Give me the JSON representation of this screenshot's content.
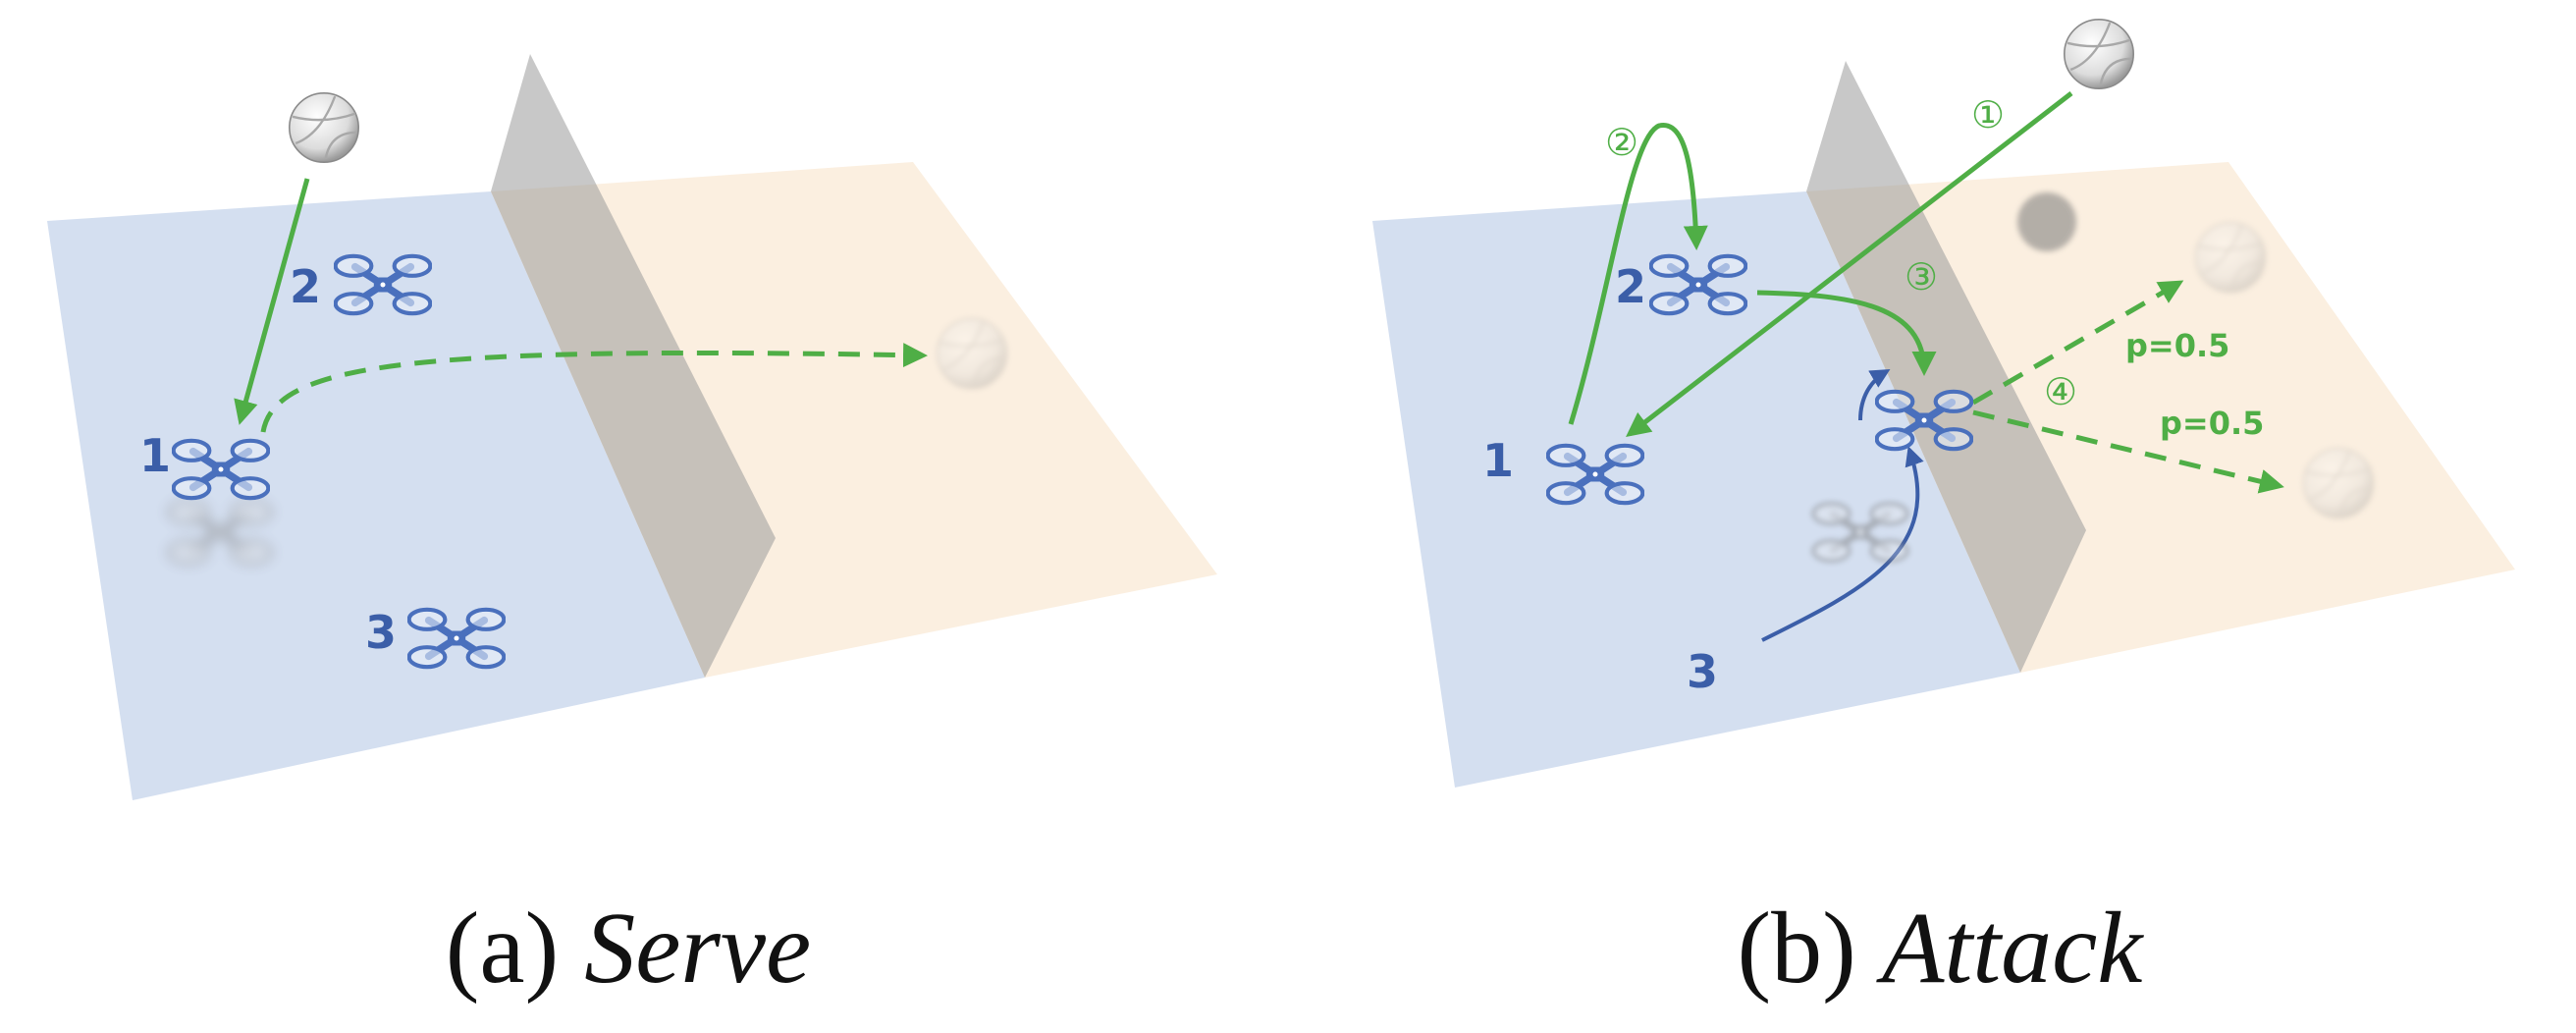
{
  "colors": {
    "own_court": "#d4dff0",
    "opp_court": "#fbefe0",
    "net": "#9a9a9a",
    "drone": "#4a70bd",
    "arrow": "#4fae46",
    "drone_path": "#3b5ea8",
    "label": "#3b5ea8"
  },
  "icons": [
    "volleyball-icon",
    "drone-icon"
  ],
  "panel_a": {
    "caption_letter": "(a)",
    "caption_name": "Serve",
    "drone_labels": [
      "1",
      "2",
      "3"
    ]
  },
  "panel_b": {
    "caption_letter": "(b)",
    "caption_name": "Attack",
    "drone_labels": [
      "1",
      "2",
      "3"
    ],
    "steps": [
      "①",
      "②",
      "③",
      "④"
    ],
    "probabilities": [
      "p=0.5",
      "p=0.5"
    ]
  }
}
